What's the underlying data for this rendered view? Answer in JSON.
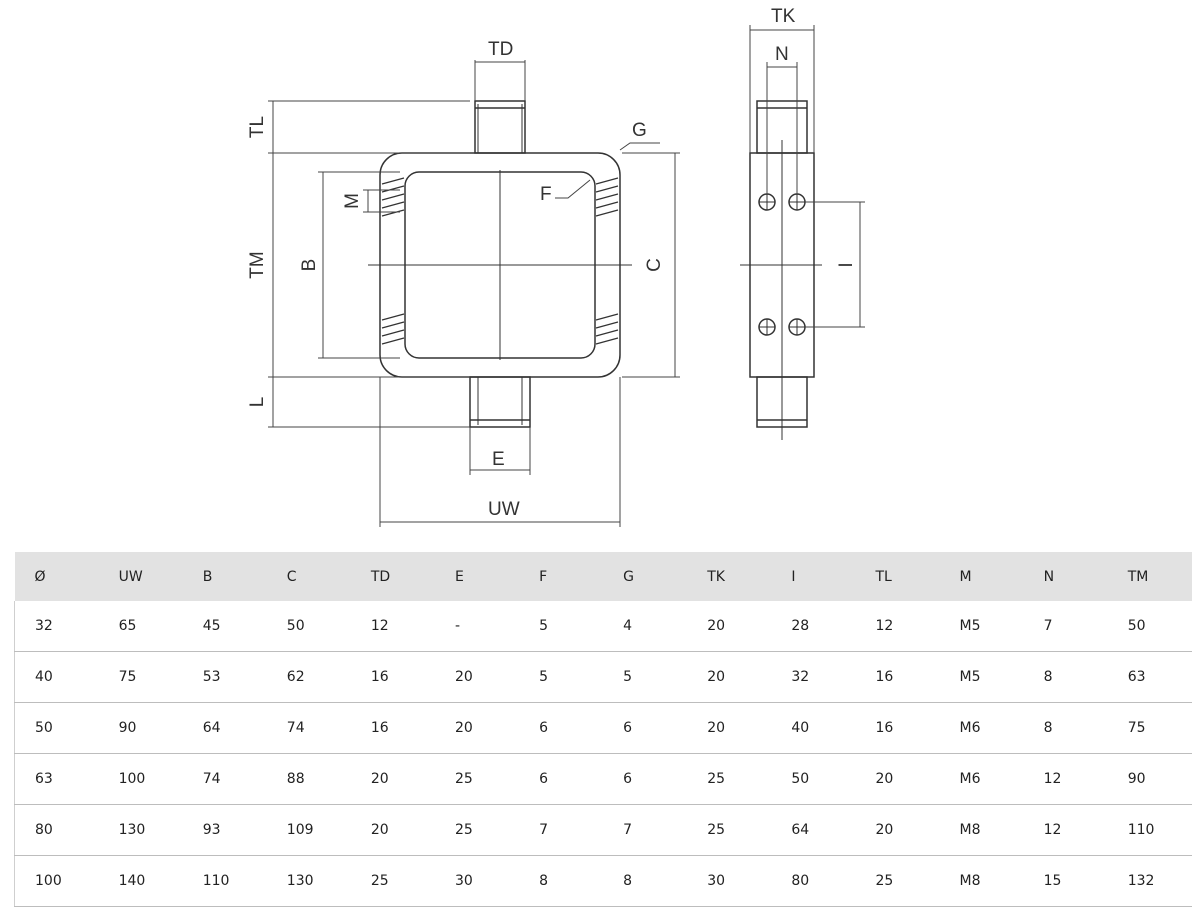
{
  "drawing": {
    "labels": {
      "TD": "TD",
      "TL": "TL",
      "TM": "TM",
      "L": "L",
      "M": "M",
      "B": "B",
      "F": "F",
      "G": "G",
      "C": "C",
      "E": "E",
      "UW": "UW",
      "TK": "TK",
      "N": "N",
      "I": "I"
    }
  },
  "table": {
    "headers": [
      "Ø",
      "UW",
      "B",
      "C",
      "TD",
      "E",
      "F",
      "G",
      "TK",
      "I",
      "TL",
      "M",
      "N",
      "TM"
    ],
    "rows": [
      [
        "32",
        "65",
        "45",
        "50",
        "12",
        "-",
        "5",
        "4",
        "20",
        "28",
        "12",
        "M5",
        "7",
        "50"
      ],
      [
        "40",
        "75",
        "53",
        "62",
        "16",
        "20",
        "5",
        "5",
        "20",
        "32",
        "16",
        "M5",
        "8",
        "63"
      ],
      [
        "50",
        "90",
        "64",
        "74",
        "16",
        "20",
        "6",
        "6",
        "20",
        "40",
        "16",
        "M6",
        "8",
        "75"
      ],
      [
        "63",
        "100",
        "74",
        "88",
        "20",
        "25",
        "6",
        "6",
        "25",
        "50",
        "20",
        "M6",
        "12",
        "90"
      ],
      [
        "80",
        "130",
        "93",
        "109",
        "20",
        "25",
        "7",
        "7",
        "25",
        "64",
        "20",
        "M8",
        "12",
        "110"
      ],
      [
        "100",
        "140",
        "110",
        "130",
        "25",
        "30",
        "8",
        "8",
        "30",
        "80",
        "25",
        "M8",
        "15",
        "132"
      ]
    ]
  }
}
